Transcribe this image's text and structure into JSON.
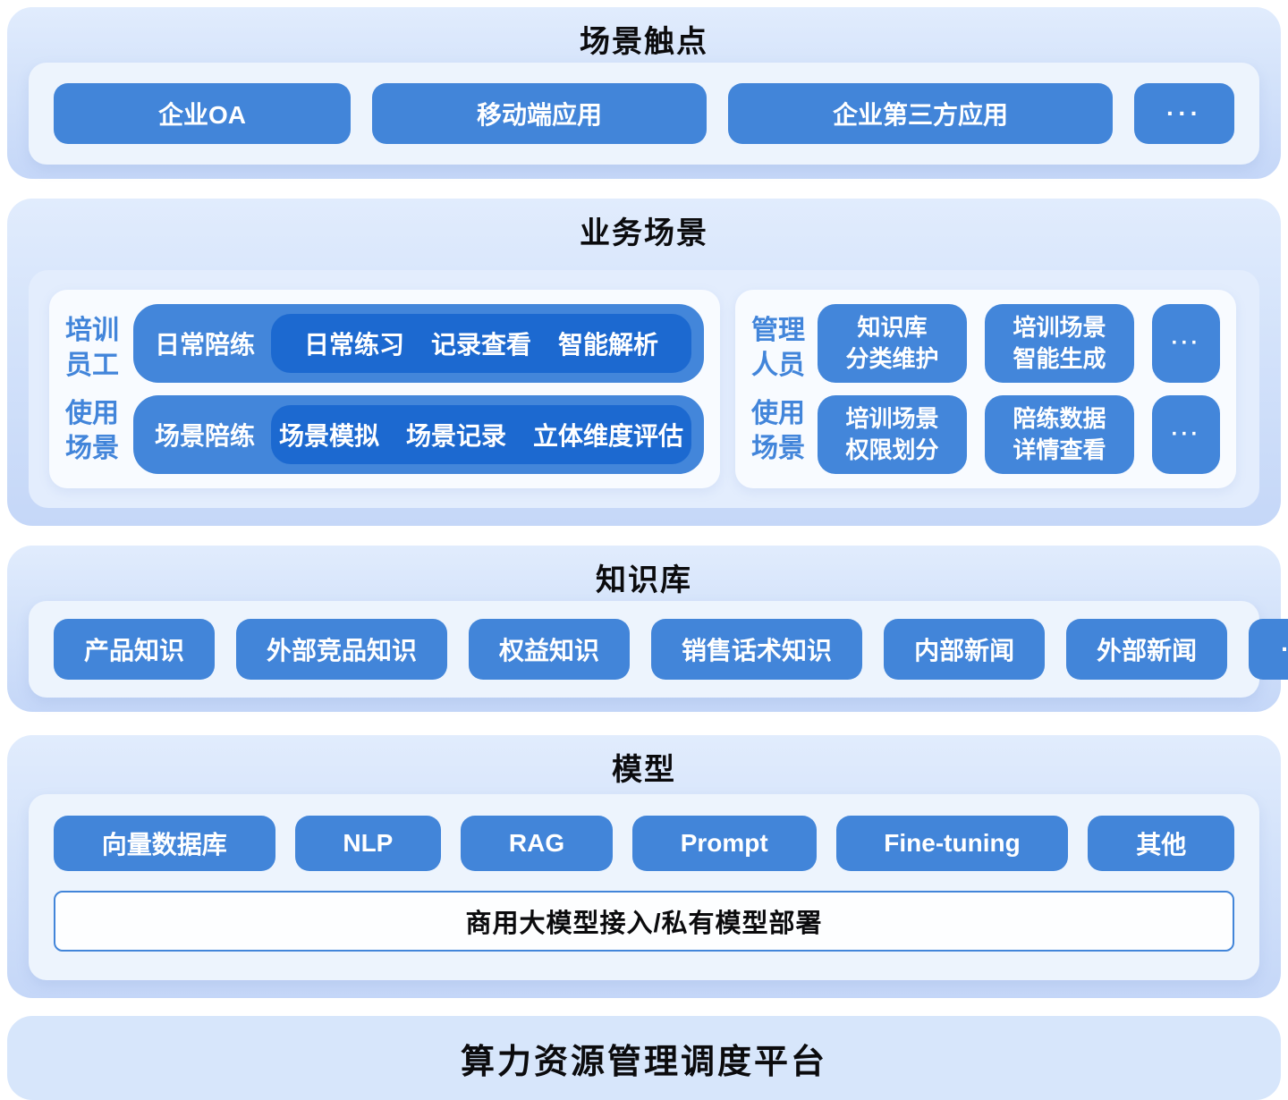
{
  "colors": {
    "accent_button": "#4285d9",
    "inner_pill": "#1c69d0",
    "section_edge": "#7e96e2",
    "section_bg_top": "#e1ecfd",
    "section_bg_bottom": "#c5d7f8",
    "panel_bg": "#edf4fd",
    "label_blue": "#4285da",
    "platform_bg": "#d7e6fb",
    "title_text": "#0b0b0d"
  },
  "sections": {
    "touchpoints": {
      "title": "场景触点",
      "items": [
        "企业OA",
        "移动端应用",
        "企业第三方应用",
        "···"
      ]
    },
    "business": {
      "title": "业务场景",
      "left": {
        "label_top": "培训\n员工",
        "label_bottom": "使用\n场景",
        "rows": [
          {
            "label": "日常陪练",
            "items": [
              "日常练习",
              "记录查看",
              "智能解析"
            ]
          },
          {
            "label": "场景陪练",
            "items": [
              "场景模拟",
              "场景记录",
              "立体维度评估"
            ]
          }
        ]
      },
      "right": {
        "label_top": "管理\n人员",
        "label_bottom": "使用\n场景",
        "rows": [
          {
            "items": [
              "知识库\n分类维护",
              "培训场景\n智能生成",
              "···"
            ]
          },
          {
            "items": [
              "培训场景\n权限划分",
              "陪练数据\n详情查看",
              "···"
            ]
          }
        ]
      }
    },
    "knowledge": {
      "title": "知识库",
      "items": [
        "产品知识",
        "外部竞品知识",
        "权益知识",
        "销售话术知识",
        "内部新闻",
        "外部新闻",
        "···"
      ]
    },
    "model": {
      "title": "模型",
      "items": [
        "向量数据库",
        "NLP",
        "RAG",
        "Prompt",
        "Fine-tuning",
        "其他"
      ],
      "bar": "商用大模型接入/私有模型部署"
    },
    "platform": {
      "title": "算力资源管理调度平台"
    }
  }
}
